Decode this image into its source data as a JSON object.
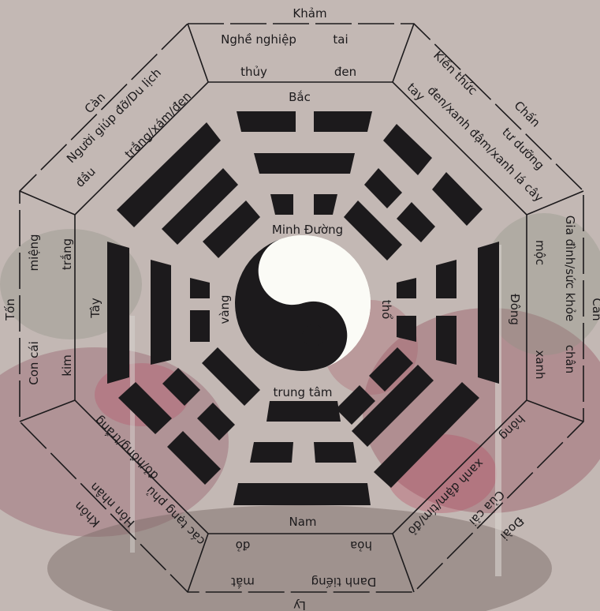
{
  "colors": {
    "ink": "#1c1a1c",
    "paper": "#fbfbf6",
    "background_top": "#c9c0bd",
    "background_bottom": "#8a7a76",
    "flower_accent": "#b84a62",
    "foliage_accent": "#6e8a63"
  },
  "center": {
    "top_label": "Minh Đường",
    "bottom_label": "trung tâm",
    "left_label": "vàng",
    "right_label": "thổ"
  },
  "directions": {
    "north": "Bắc",
    "south": "Nam",
    "east": "Đông",
    "west": "Tây"
  },
  "sectors": {
    "north": {
      "trigram": "Khảm",
      "aspiration": "Nghề nghiệp",
      "body": "tai",
      "element": "thủy",
      "color": "đen"
    },
    "northeast": {
      "trigram": "Chấn",
      "aspiration": "Kiến thức",
      "body": "tay",
      "element": "tư dưỡng",
      "color": "đen/xanh đậm/xanh lá cây"
    },
    "east": {
      "trigram": "Cấn",
      "aspiration": "Gia đình/sức khỏe",
      "body": "chân",
      "element": "mộc",
      "color": "xanh"
    },
    "southeast": {
      "trigram": "Đoài",
      "aspiration": "Của cải",
      "body": "hông",
      "color": "xanh đậm/tím/đỏ"
    },
    "south": {
      "trigram": "Ly",
      "aspiration": "Danh tiếng",
      "body": "mắt",
      "element": "hỏa",
      "color": "đỏ"
    },
    "southwest": {
      "trigram": "Khôn",
      "aspiration": "Hôn nhân",
      "body": "các tạng phủ",
      "color": "đỏ/hồng/trắng"
    },
    "west": {
      "trigram": "Tốn",
      "aspiration": "Con cái",
      "body": "miệng",
      "element": "kim",
      "color": "trắng"
    },
    "northwest": {
      "trigram": "Càn",
      "aspiration": "Người giúp đỡ/Du lịch",
      "body": "đầu",
      "color": "trắng/xám/đen"
    }
  }
}
